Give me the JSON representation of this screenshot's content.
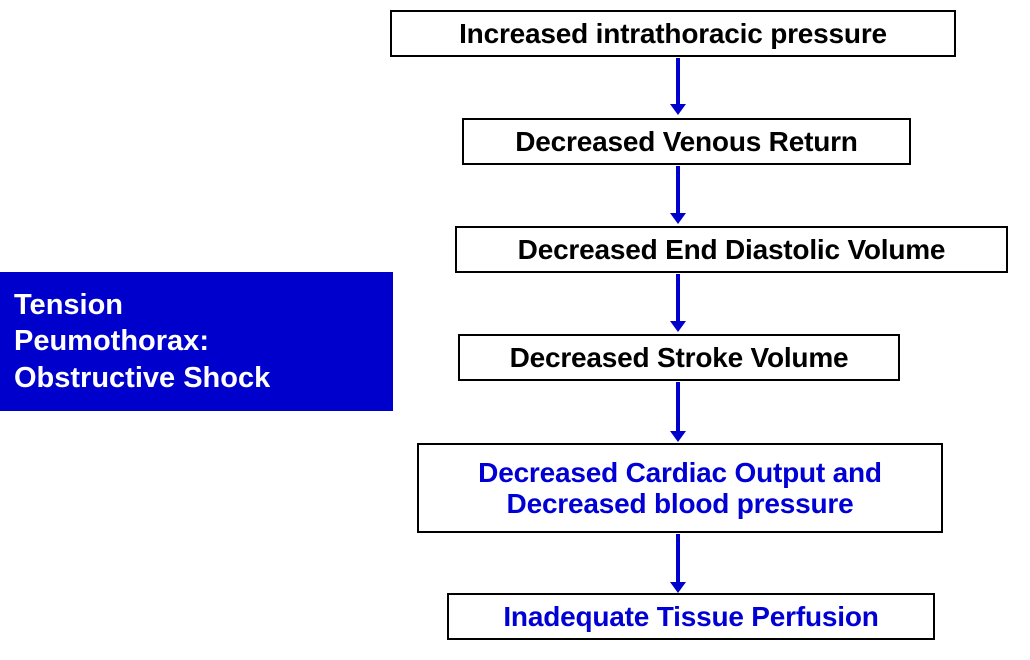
{
  "diagram": {
    "title_label": {
      "text": "Tension\nPeumothorax:\nObstructive Shock",
      "background_color": "#0000CC",
      "text_color": "#FFFFFF"
    },
    "arrow_color": "#0000CC",
    "nodes": [
      {
        "id": "increased-intrathoracic-pressure",
        "text": "Increased intrathoracic pressure",
        "text_color": "#000000",
        "border_color": "#000000",
        "background_color": "#FFFFFF"
      },
      {
        "id": "decreased-venous-return",
        "text": "Decreased Venous Return",
        "text_color": "#000000",
        "border_color": "#000000",
        "background_color": "#FFFFFF"
      },
      {
        "id": "decreased-end-diastolic-volume",
        "text": "Decreased End Diastolic Volume",
        "text_color": "#000000",
        "border_color": "#000000",
        "background_color": "#FFFFFF"
      },
      {
        "id": "decreased-stroke-volume",
        "text": "Decreased Stroke Volume",
        "text_color": "#000000",
        "border_color": "#000000",
        "background_color": "#FFFFFF"
      },
      {
        "id": "decreased-cardiac-output-and-blood-pressure",
        "text": "Decreased Cardiac Output and\nDecreased blood pressure",
        "text_color": "#0000D5",
        "border_color": "#000000",
        "background_color": "#FFFFFF"
      },
      {
        "id": "inadequate-tissue-perfusion",
        "text": "Inadequate Tissue Perfusion",
        "text_color": "#0000D5",
        "border_color": "#000000",
        "background_color": "#FFFFFF"
      }
    ],
    "edges": [
      {
        "from": "increased-intrathoracic-pressure",
        "to": "decreased-venous-return"
      },
      {
        "from": "decreased-venous-return",
        "to": "decreased-end-diastolic-volume"
      },
      {
        "from": "decreased-end-diastolic-volume",
        "to": "decreased-stroke-volume"
      },
      {
        "from": "decreased-stroke-volume",
        "to": "decreased-cardiac-output-and-blood-pressure"
      },
      {
        "from": "decreased-cardiac-output-and-blood-pressure",
        "to": "inadequate-tissue-perfusion"
      }
    ]
  }
}
